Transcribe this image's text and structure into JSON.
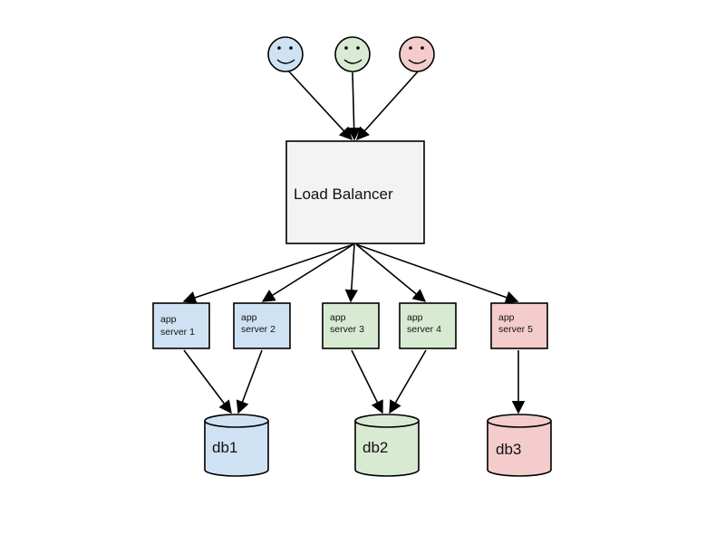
{
  "load_balancer": {
    "label": "Load Balancer"
  },
  "servers": [
    {
      "line1": "app",
      "line2": "server 1"
    },
    {
      "line1": "app",
      "line2": "server 2"
    },
    {
      "line1": "app",
      "line2": "server 3"
    },
    {
      "line1": "app",
      "line2": "server 4"
    },
    {
      "line1": "app",
      "line2": "server 5"
    }
  ],
  "databases": [
    {
      "label": "db1"
    },
    {
      "label": "db2"
    },
    {
      "label": "db3"
    }
  ],
  "colors": {
    "blue": "#cfe2f3",
    "green": "#d9ead3",
    "red": "#f4cccc",
    "load_balancer_fill": "#f3f3f3",
    "stroke": "#000000"
  }
}
